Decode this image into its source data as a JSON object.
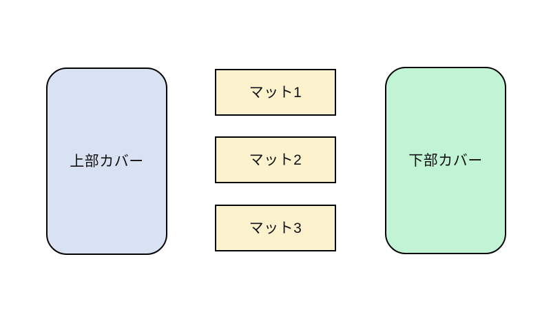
{
  "diagram": {
    "background_color": "#ffffff",
    "border_color": "#000000",
    "text_color": "#111111",
    "upper_cover": {
      "label": "上部カバー",
      "fill": "#d9e2f3"
    },
    "mats": [
      {
        "label": "マット1"
      },
      {
        "label": "マット2"
      },
      {
        "label": "マット3"
      }
    ],
    "mat_fill": "#fcf2cd",
    "lower_cover": {
      "label": "下部カバー",
      "fill": "#c0f4d4"
    }
  }
}
